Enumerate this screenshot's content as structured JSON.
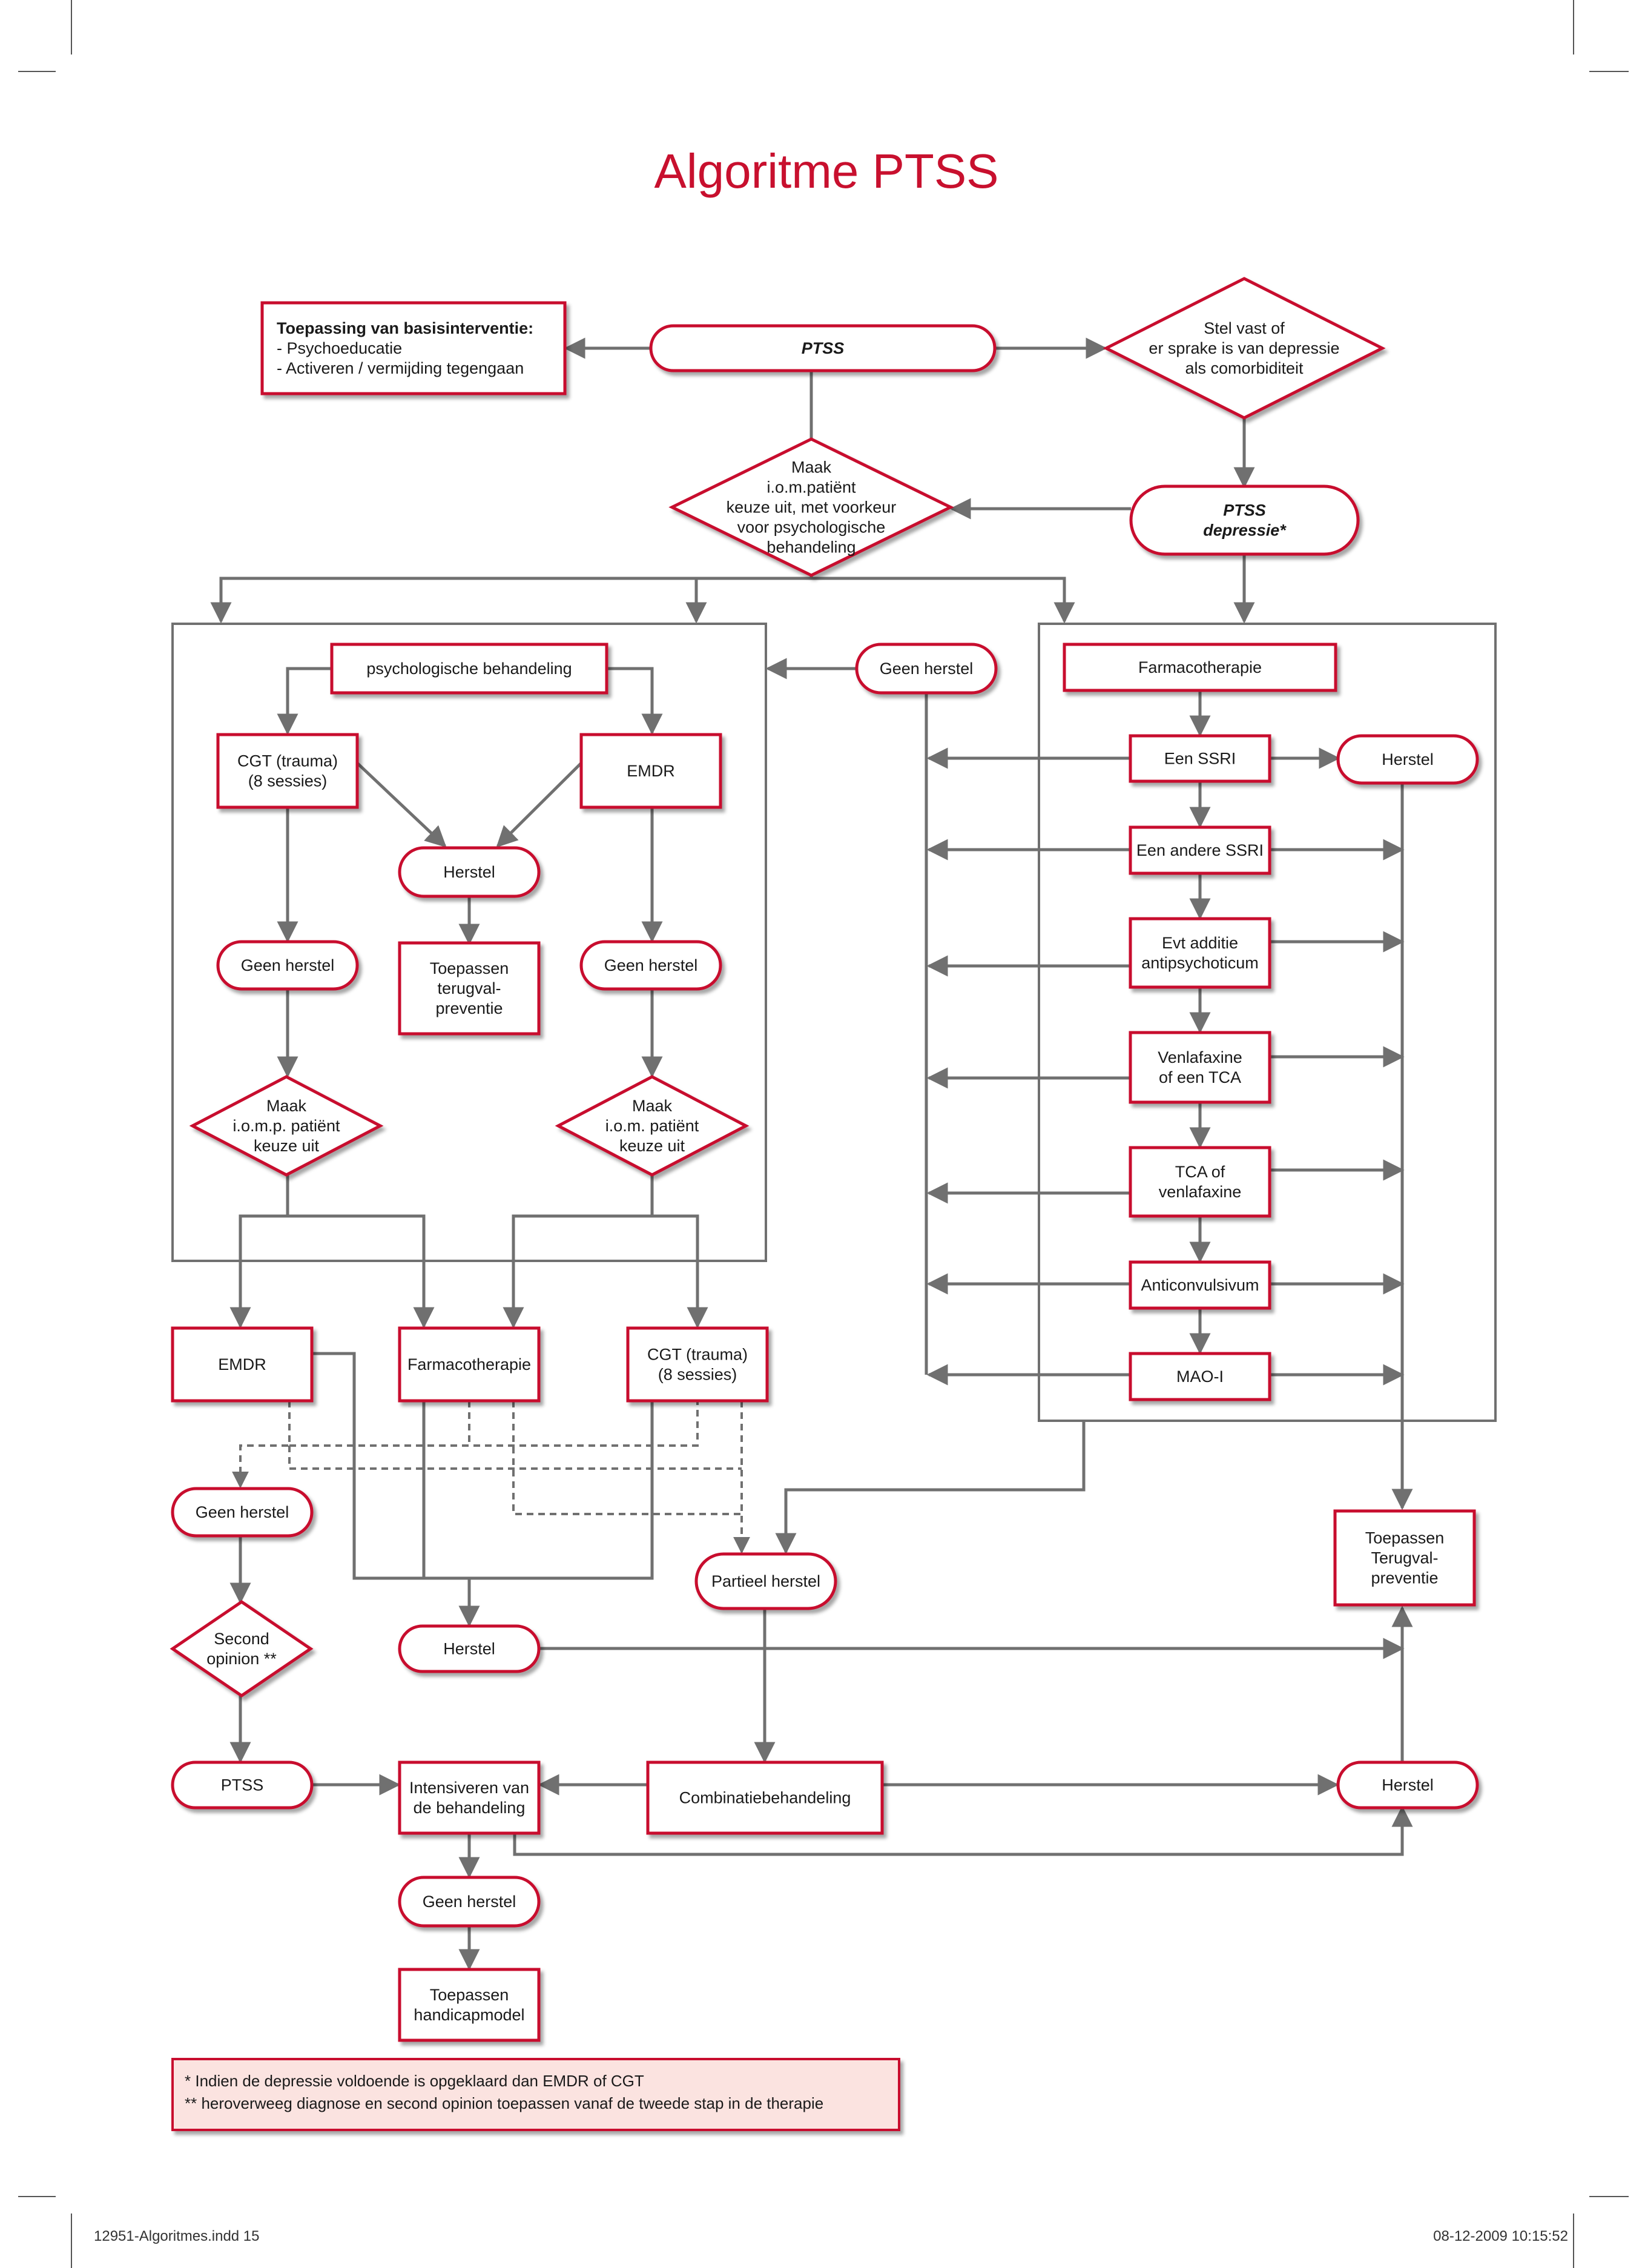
{
  "title": "Algoritme PTSS",
  "colors": {
    "accent": "#c8102e",
    "line": "#707070",
    "note_bg": "#fbe3e0"
  },
  "nodes": {
    "basis_box": [
      "Toepassing van basisinterventie:",
      "- Psychoeducatie",
      "- Activeren / vermijding tegengaan"
    ],
    "ptss_top": [
      "PTSS"
    ],
    "depressie_diamond": [
      "Stel vast of",
      "er sprake is van depressie",
      "als comorbiditeit"
    ],
    "keuze_diamond": [
      "Maak",
      "i.o.m.patiënt",
      "keuze uit, met voorkeur",
      "voor psychologische",
      "behandeling"
    ],
    "ptss_depressie": [
      "PTSS",
      "depressie*"
    ],
    "psych_behandeling": [
      "psychologische behandeling"
    ],
    "geen_herstel_mid": [
      "Geen herstel"
    ],
    "farmacotherapie_top": [
      "Farmacotherapie"
    ],
    "cgt_left": [
      "CGT (trauma)",
      "(8 sessies)"
    ],
    "emdr_right": [
      "EMDR"
    ],
    "herstel_inner": [
      "Herstel"
    ],
    "terugval_inner": [
      "Toepassen",
      "terugval-",
      "preventie"
    ],
    "geen_herstel_l": [
      "Geen herstel"
    ],
    "geen_herstel_r": [
      "Geen herstel"
    ],
    "maak_l": [
      "Maak",
      "i.o.m.p. patiënt",
      "keuze uit"
    ],
    "maak_r": [
      "Maak",
      "i.o.m. patiënt",
      "keuze uit"
    ],
    "een_ssri": [
      "Een SSRI"
    ],
    "herstel_ssri": [
      "Herstel"
    ],
    "andere_ssri": [
      "Een andere SSRI"
    ],
    "antipsych": [
      "Evt additie",
      "antipsychoticum"
    ],
    "venla": [
      "Venlafaxine",
      "of een TCA"
    ],
    "tca": [
      "TCA of",
      "venlafaxine"
    ],
    "anticonv": [
      "Anticonvulsivum"
    ],
    "maoi": [
      "MAO-I"
    ],
    "emdr_low": [
      "EMDR"
    ],
    "farma_low": [
      "Farmacotherapie"
    ],
    "cgt_low": [
      "CGT (trauma)",
      "(8 sessies)"
    ],
    "geen_herstel_low": [
      "Geen herstel"
    ],
    "partieel": [
      "Partieel herstel"
    ],
    "terugval_right": [
      "Toepassen",
      "Terugval-",
      "preventie"
    ],
    "second_opinion": [
      "Second",
      "opinion **"
    ],
    "herstel_low": [
      "Herstel"
    ],
    "ptss_low": [
      "PTSS"
    ],
    "intensiveren": [
      "Intensiveren van",
      "de behandeling"
    ],
    "combinatie": [
      "Combinatiebehandeling"
    ],
    "herstel_final": [
      "Herstel"
    ],
    "geen_herstel_final": [
      "Geen herstel"
    ],
    "handicap": [
      "Toepassen",
      "handicapmodel"
    ]
  },
  "notes": [
    "*   Indien de depressie voldoende is opgeklaard dan EMDR of CGT",
    "**  heroverweeg diagnose en second opinion toepassen vanaf de tweede stap in de therapie"
  ],
  "footer": {
    "left": "12951-Algoritmes.indd   15",
    "right": "08-12-2009   10:15:52"
  }
}
